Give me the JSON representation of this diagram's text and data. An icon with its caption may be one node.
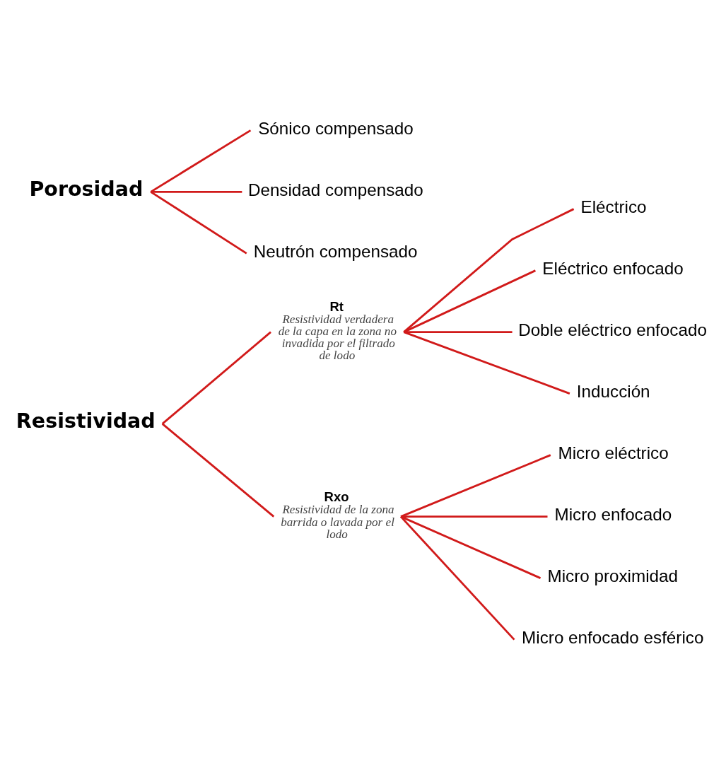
{
  "diagram": {
    "nodes": [
      {
        "text": [
          "Resistividad"
        ]
      },
      {
        "text": [
          "Rt",
          "Resistividad verdadera de la capa en la zona no invadida por el filtrado de lodo"
        ]
      },
      {
        "text": [
          "Eléctrico"
        ]
      },
      {
        "text": [
          "Eléctrico enfocado"
        ]
      },
      {
        "text": [
          "Doble eléctrico enfocado"
        ]
      },
      {
        "text": [
          "Inducción"
        ]
      },
      {
        "text": [
          "Rxo",
          "Resistividad de la zona barrida o lavada por el lodo"
        ]
      },
      {
        "text": [
          "Micro eléctrico"
        ]
      },
      {
        "text": [
          "Micro enfocado"
        ]
      },
      {
        "text": [
          "Micro proximidad"
        ]
      },
      {
        "text": [
          "Micro enfocado esférico"
        ]
      },
      {
        "text": [
          "Porosidad"
        ]
      },
      {
        "text": [
          "Sónico compensado"
        ]
      },
      {
        "text": [
          "Densidad compensado"
        ]
      },
      {
        "text": [
          "Neutrón compensado"
        ]
      }
    ],
    "edges": [
      {
        "from": 0,
        "to": 1,
        "arrow": "none"
      },
      {
        "from": 0,
        "to": 6,
        "arrow": "none"
      },
      {
        "from": 1,
        "to": 2,
        "arrow": "none"
      },
      {
        "from": 1,
        "to": 3,
        "arrow": "none"
      },
      {
        "from": 1,
        "to": 4,
        "arrow": "none"
      },
      {
        "from": 1,
        "to": 5,
        "arrow": "none"
      },
      {
        "from": 6,
        "to": 7,
        "arrow": "none"
      },
      {
        "from": 6,
        "to": 8,
        "arrow": "none"
      },
      {
        "from": 6,
        "to": 9,
        "arrow": "none"
      },
      {
        "from": 6,
        "to": 10,
        "arrow": "none"
      },
      {
        "from": 11,
        "to": 12,
        "arrow": "none"
      },
      {
        "from": 11,
        "to": 13,
        "arrow": "none"
      },
      {
        "from": 11,
        "to": 14,
        "arrow": "none"
      }
    ]
  }
}
